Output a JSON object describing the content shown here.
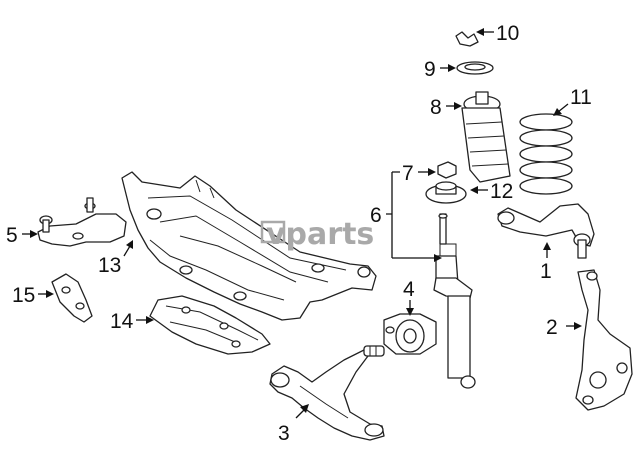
{
  "watermark": {
    "prefix": "v",
    "text": "vparts"
  },
  "callouts": {
    "c1": "1",
    "c2": "2",
    "c3": "3",
    "c4": "4",
    "c5": "5",
    "c6": "6",
    "c7": "7",
    "c8": "8",
    "c9": "9",
    "c10": "10",
    "c11": "11",
    "c12": "12",
    "c13": "13",
    "c14": "14",
    "c15": "15"
  }
}
